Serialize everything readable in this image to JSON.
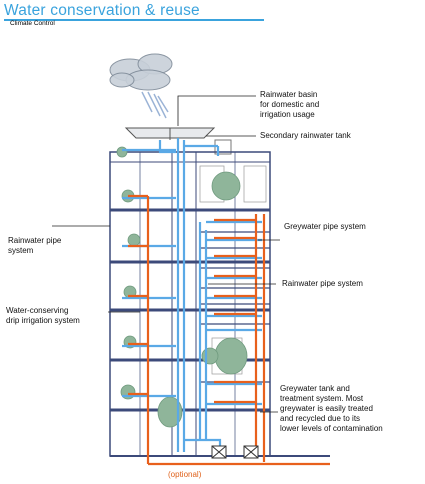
{
  "header": {
    "title": "Water conservation & reuse",
    "subtitle": "Climate Control"
  },
  "callouts": {
    "rainwater_basin": [
      "Rainwater  basin",
      "for domestic and",
      "irrigation usage"
    ],
    "secondary_tank": [
      "Secondary rainwater tank"
    ],
    "greywater_pipe": [
      "Greywater pipe system"
    ],
    "rainwater_pipe_left": [
      "Rainwater pipe",
      "system"
    ],
    "rainwater_pipe_right": [
      "Rainwater pipe system"
    ],
    "drip_irrigation": [
      "Water-conserving",
      "drip irrigation system"
    ],
    "greywater_tank": [
      "Greywater tank and",
      "treatment system. Most",
      "greywater is easily treated",
      "and recycled due to its",
      "lower levels of contamination"
    ]
  },
  "optional_label": "(optional)",
  "colors": {
    "title": "#3aa3dd",
    "rainwater": "#5aa9e6",
    "greywater": "#e8601c",
    "structure": "#3c4a7a",
    "tree": "#8fb59a",
    "cloud": "#9aa7b5"
  }
}
